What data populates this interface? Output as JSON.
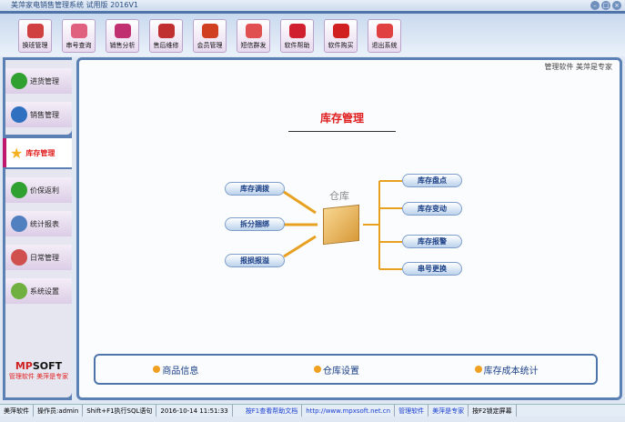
{
  "window": {
    "title": "美萍家电销售管理系统 试用版 2016V1"
  },
  "toolbar": [
    {
      "label": "换班管理",
      "color": "#d04040"
    },
    {
      "label": "串号查询",
      "color": "#e06080"
    },
    {
      "label": "销售分析",
      "color": "#c03070"
    },
    {
      "label": "售后维修",
      "color": "#c03030"
    },
    {
      "label": "会员管理",
      "color": "#d04020"
    },
    {
      "label": "短信群发",
      "color": "#e05050"
    },
    {
      "label": "软件帮助",
      "color": "#d02030"
    },
    {
      "label": "软件购买",
      "color": "#d02020"
    },
    {
      "label": "退出系统",
      "color": "#e04040"
    }
  ],
  "sidebar": {
    "group1": [
      {
        "label": "进货管理",
        "icon": "plus-icon",
        "color": "#30a030"
      },
      {
        "label": "销售管理",
        "icon": "pie-icon",
        "color": "#3070c0"
      }
    ],
    "active": {
      "label": "库存管理",
      "icon": "star-icon"
    },
    "group2": [
      {
        "label": "价保返利",
        "icon": "dollar-icon",
        "color": "#30a030"
      },
      {
        "label": "统计报表",
        "icon": "bar-chart-icon",
        "color": "#5080c0"
      },
      {
        "label": "日常管理",
        "icon": "broom-icon",
        "color": "#d05050"
      },
      {
        "label": "系统设置",
        "icon": "gear-icon",
        "color": "#70b040"
      }
    ],
    "logo": "MPSOFT",
    "logo_slogan": "管理软件 美萍是专家"
  },
  "main": {
    "slogan": "管理软件 美萍是专家",
    "title": "库存管理",
    "center_label": "仓库",
    "left_buttons": [
      "库存调拨",
      "拆分捆绑",
      "报损报溢"
    ],
    "right_buttons": [
      "库存盘点",
      "库存变动",
      "库存报警",
      "串号更换"
    ],
    "bottom_links": [
      "商品信息",
      "仓库设置",
      "库存成本统计"
    ]
  },
  "status": [
    "美萍软件",
    "操作员:admin",
    "Shift+F1执行SQL语句",
    "2016-10-14 11:51:33",
    "按F1查看帮助文档",
    "http://www.mpxsoft.net.cn",
    "管理软件",
    "美萍是专家",
    "按F2锁定屏幕"
  ]
}
